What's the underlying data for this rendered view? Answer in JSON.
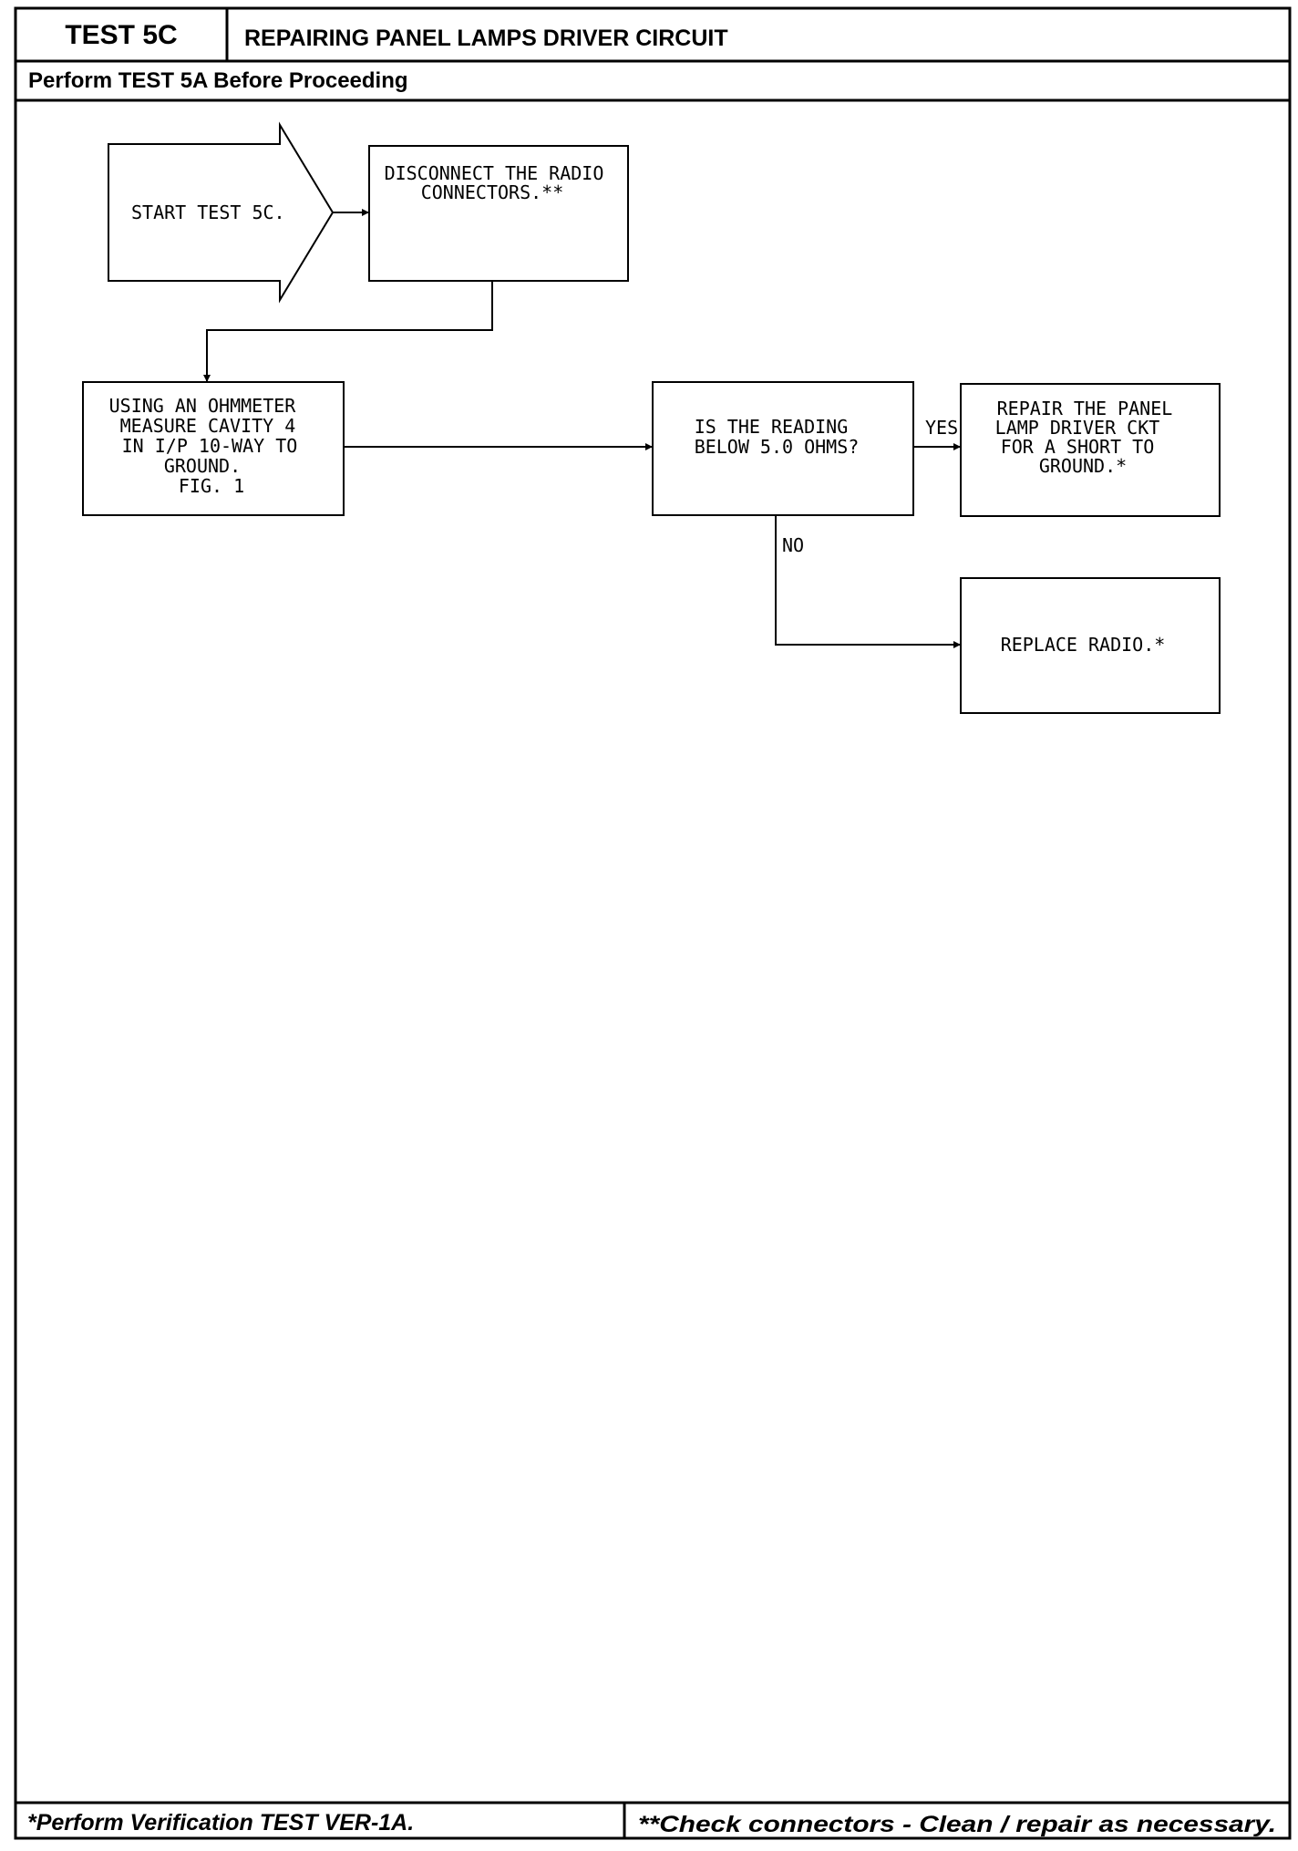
{
  "header": {
    "test_id": "TEST 5C",
    "title": "REPAIRING PANEL LAMPS DRIVER CIRCUIT",
    "prerequisite": "Perform TEST 5A Before Proceeding"
  },
  "flow": {
    "start": "START TEST 5C.",
    "disconnect": [
      "DISCONNECT THE RADIO",
      "CONNECTORS.**"
    ],
    "measure": [
      "USING AN OHMMETER",
      "MEASURE CAVITY 4",
      "IN I/P 10-WAY TO",
      "GROUND.",
      "FIG. 1"
    ],
    "decision": [
      "IS THE READING",
      "BELOW 5.0 OHMS?"
    ],
    "yes_label": "YES",
    "no_label": "NO",
    "repair": [
      "REPAIR THE PANEL",
      "LAMP DRIVER CKT",
      "FOR A SHORT TO",
      "GROUND.*"
    ],
    "replace": [
      "REPLACE RADIO.*"
    ]
  },
  "footer": {
    "note_1": "*Perform Verification TEST VER-1A.",
    "note_2": "**Check connectors - Clean / repair as necessary."
  }
}
